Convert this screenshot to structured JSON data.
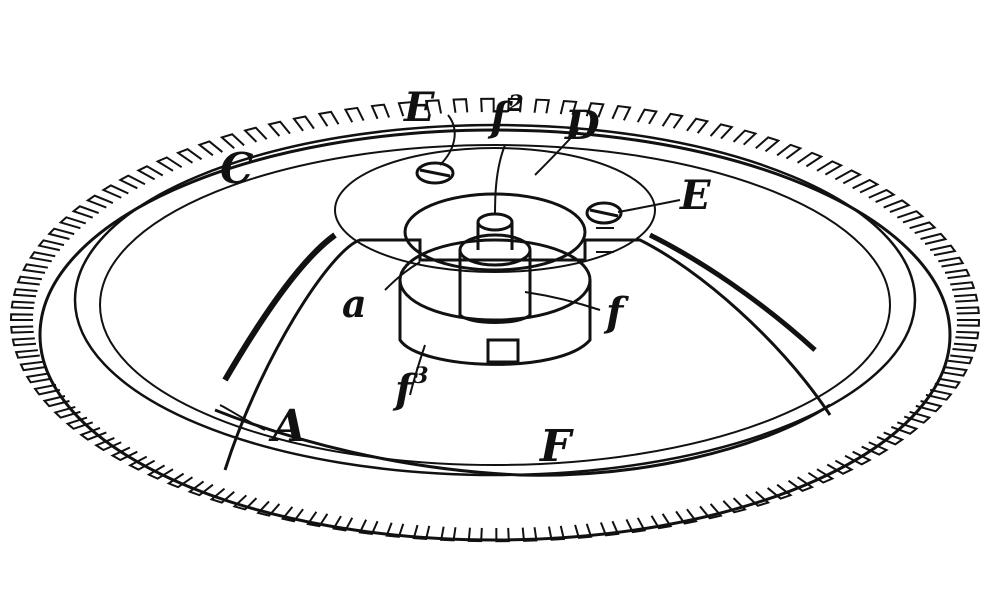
{
  "labels": {
    "E_top": "E",
    "f_top": "f",
    "f_top_sup": "2",
    "D": "D",
    "E_right": "E",
    "C": "C",
    "a": "a",
    "f_right": "f",
    "f_low": "f",
    "f_low_sup": "3",
    "A": "A",
    "F": "F"
  },
  "gear": {
    "teeth_visible": "many"
  },
  "colors": {
    "ink": "#111111",
    "paper": "#ffffff"
  }
}
